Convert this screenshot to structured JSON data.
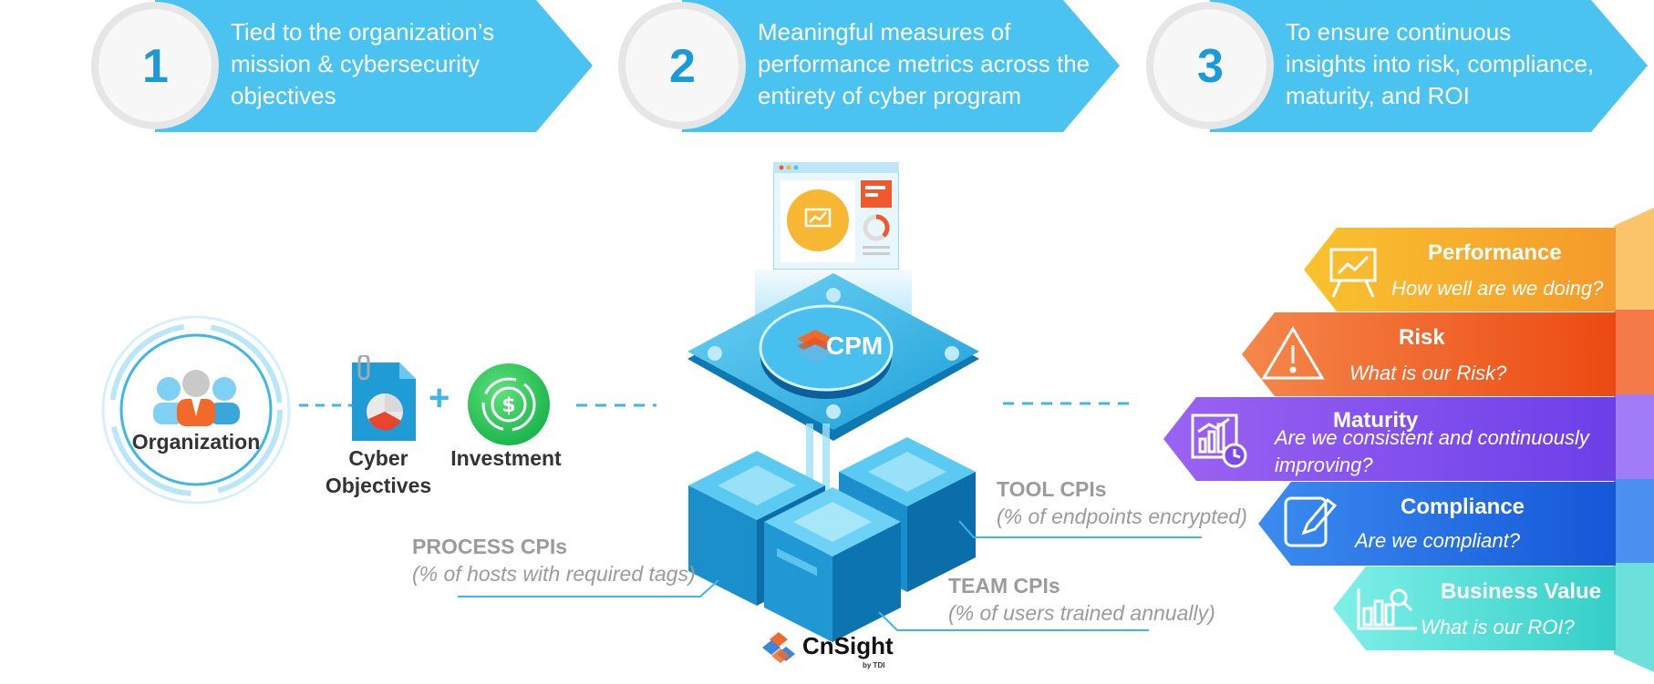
{
  "banners": [
    {
      "number": "1",
      "lines": [
        "Tied to the organization’s",
        "mission & cybersecurity",
        "objectives"
      ]
    },
    {
      "number": "2",
      "lines": [
        "Meaningful measures of",
        "performance metrics across the",
        "entirety of cyber program"
      ]
    },
    {
      "number": "3",
      "lines": [
        "To ensure continuous",
        "insights into risk, compliance,",
        "maturity, and ROI"
      ]
    }
  ],
  "left": {
    "organization": "Organization",
    "plus": "+",
    "cyber_objectives": [
      "Cyber",
      "Objectives"
    ],
    "investment": "Investment"
  },
  "center": {
    "cpm_label": "CPM",
    "brand": "CnSight",
    "brand_sub": "by TDI"
  },
  "cpis": {
    "tool": {
      "title": "TOOL CPIs",
      "sub": "(% of endpoints encrypted)"
    },
    "process": {
      "title": "PROCESS CPIs",
      "sub": "(% of hosts with required tags)"
    },
    "team": {
      "title": "TEAM CPIs",
      "sub": "(% of users trained annually)"
    }
  },
  "outcomes": [
    {
      "title": "Performance",
      "question": "How well are we doing?",
      "icon": "presentation-chart-icon",
      "color": "#f7b733"
    },
    {
      "title": "Risk",
      "question": "What is our Risk?",
      "icon": "warning-triangle-icon",
      "color": "#f0592b"
    },
    {
      "title": "Maturity",
      "question": "Are we consistent and continuously improving?",
      "icon": "chart-clock-icon",
      "color": "#8a5cf6"
    },
    {
      "title": "Compliance",
      "question": "Are we compliant?",
      "icon": "pencil-edit-icon",
      "color": "#2f7be8"
    },
    {
      "title": "Business Value",
      "question": "What is our ROI?",
      "icon": "bar-chart-magnifier-icon",
      "color": "#4dd9d3"
    }
  ]
}
